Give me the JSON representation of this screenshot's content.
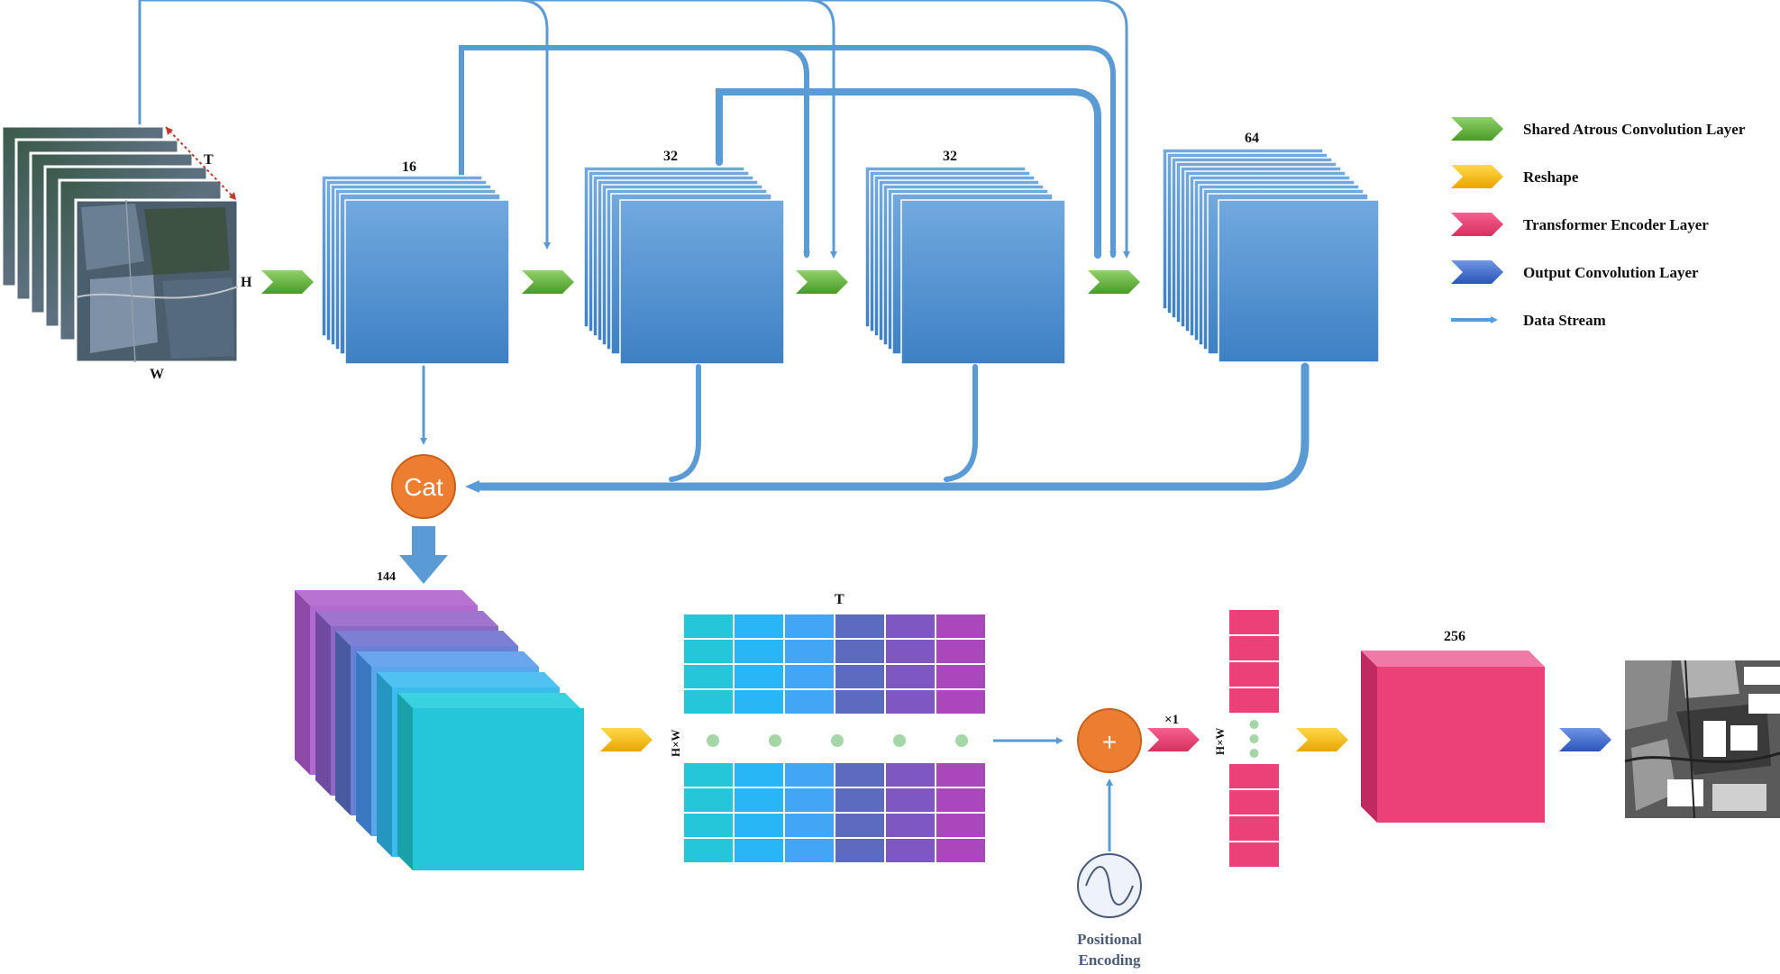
{
  "input": {
    "h_label": "H",
    "w_label": "W",
    "t_label": "T"
  },
  "feature_maps": [
    {
      "channels": "16"
    },
    {
      "channels": "32"
    },
    {
      "channels": "32"
    },
    {
      "channels": "64"
    }
  ],
  "concat": {
    "label": "Cat",
    "channels": "144"
  },
  "token_grid": {
    "top_label": "T",
    "side_label": "H×W"
  },
  "add_node": {
    "symbol": "+"
  },
  "positional_encoding": {
    "line1": "Positional",
    "line2": "Encoding"
  },
  "transformer": {
    "repeat_label": "×1",
    "side_label": "H×W"
  },
  "output": {
    "channels": "256"
  },
  "legend": [
    {
      "label": "Shared  Atrous Convolution Layer",
      "color": "#5aa02c"
    },
    {
      "label": "Reshape",
      "color": "#f0b400"
    },
    {
      "label": "Transformer Encoder Layer",
      "color": "#e83e76"
    },
    {
      "label": "Output Convolution Layer",
      "color": "#3a68c8"
    },
    {
      "label": "Data Stream",
      "color": "#5b9bd5"
    }
  ]
}
